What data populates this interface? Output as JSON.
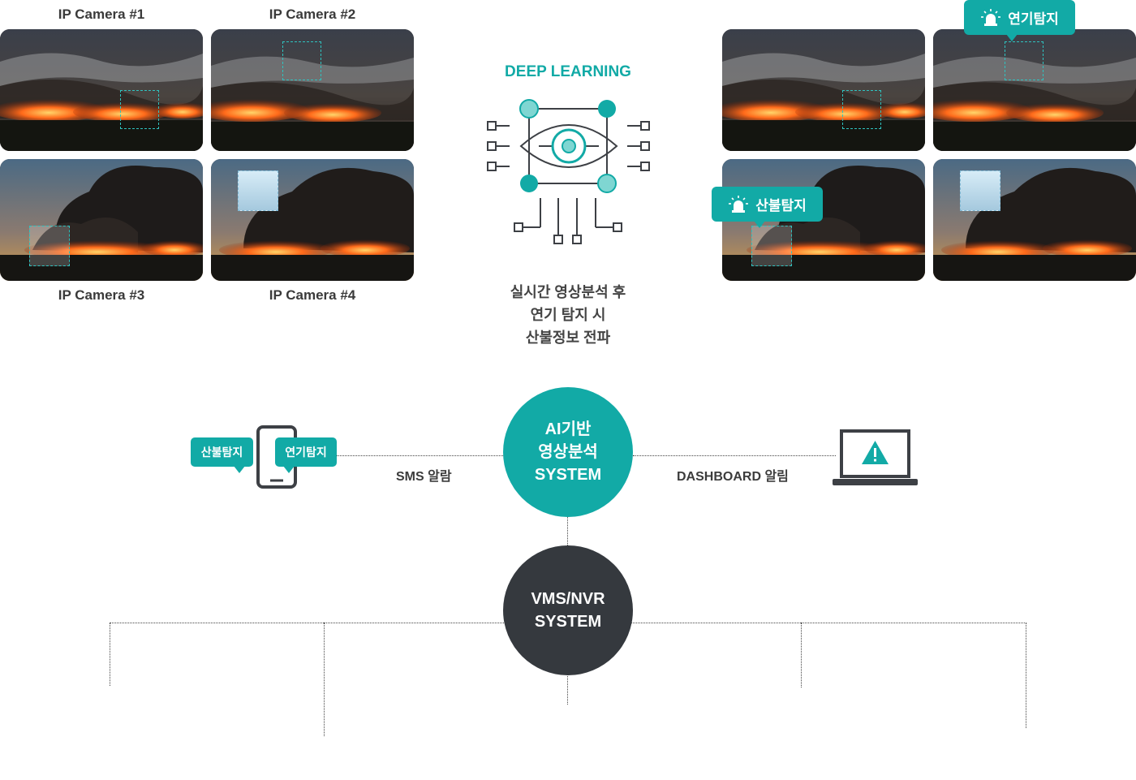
{
  "cameras": [
    {
      "label": "IP Camera #1"
    },
    {
      "label": "IP Camera #2"
    },
    {
      "label": "IP Camera #3"
    },
    {
      "label": "IP Camera #4"
    }
  ],
  "center": {
    "title": "DEEP LEARNING",
    "desc_lines": [
      "실시간 영상분석 후",
      "연기 탐지 시",
      "산불정보 전파"
    ]
  },
  "alerts": {
    "smoke_detect": "연기탐지",
    "fire_detect": "산불탐지"
  },
  "phone_bubbles": {
    "fire": "산불탐지",
    "smoke": "연기탐지"
  },
  "links": {
    "sms": "SMS 알람",
    "dashboard": "DASHBOARD 알림"
  },
  "ai_system": {
    "lines": [
      "AI기반",
      "영상분석",
      "SYSTEM"
    ]
  },
  "vms_system": {
    "lines": [
      "VMS/NVR",
      "SYSTEM"
    ]
  },
  "colors": {
    "accent": "#12aaa6",
    "dark": "#35393e",
    "fire": "#ff5a1a"
  },
  "icons": {
    "siren": "siren-icon",
    "ai_eye": "ai-eye-icon",
    "phone": "smartphone-icon",
    "laptop": "laptop-warning-icon"
  }
}
